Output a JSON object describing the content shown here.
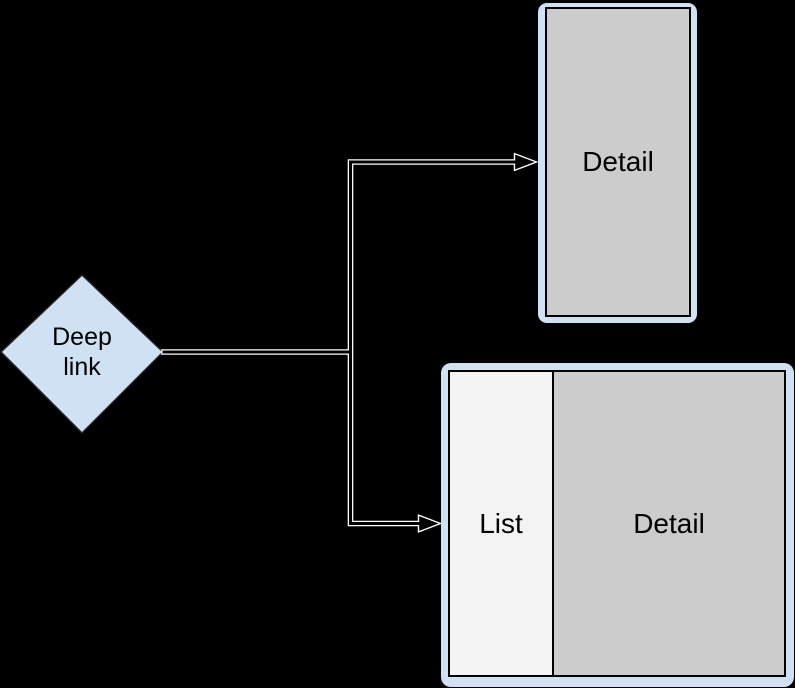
{
  "diagram": {
    "colors": {
      "background": "#000000",
      "node_fill_blue": "#cfe2f3",
      "screen_gray": "#cccccc",
      "list_pane_light_gray": "#f3f3f3",
      "shape_outline": "#000000",
      "connector_halo": "#ffffff",
      "text": "#000000"
    },
    "deep_link_node": {
      "line1": "Deep",
      "line2": "link"
    },
    "detail_screen": {
      "label": "Detail"
    },
    "list_detail_screen": {
      "list_label": "List",
      "detail_label": "Detail"
    }
  }
}
